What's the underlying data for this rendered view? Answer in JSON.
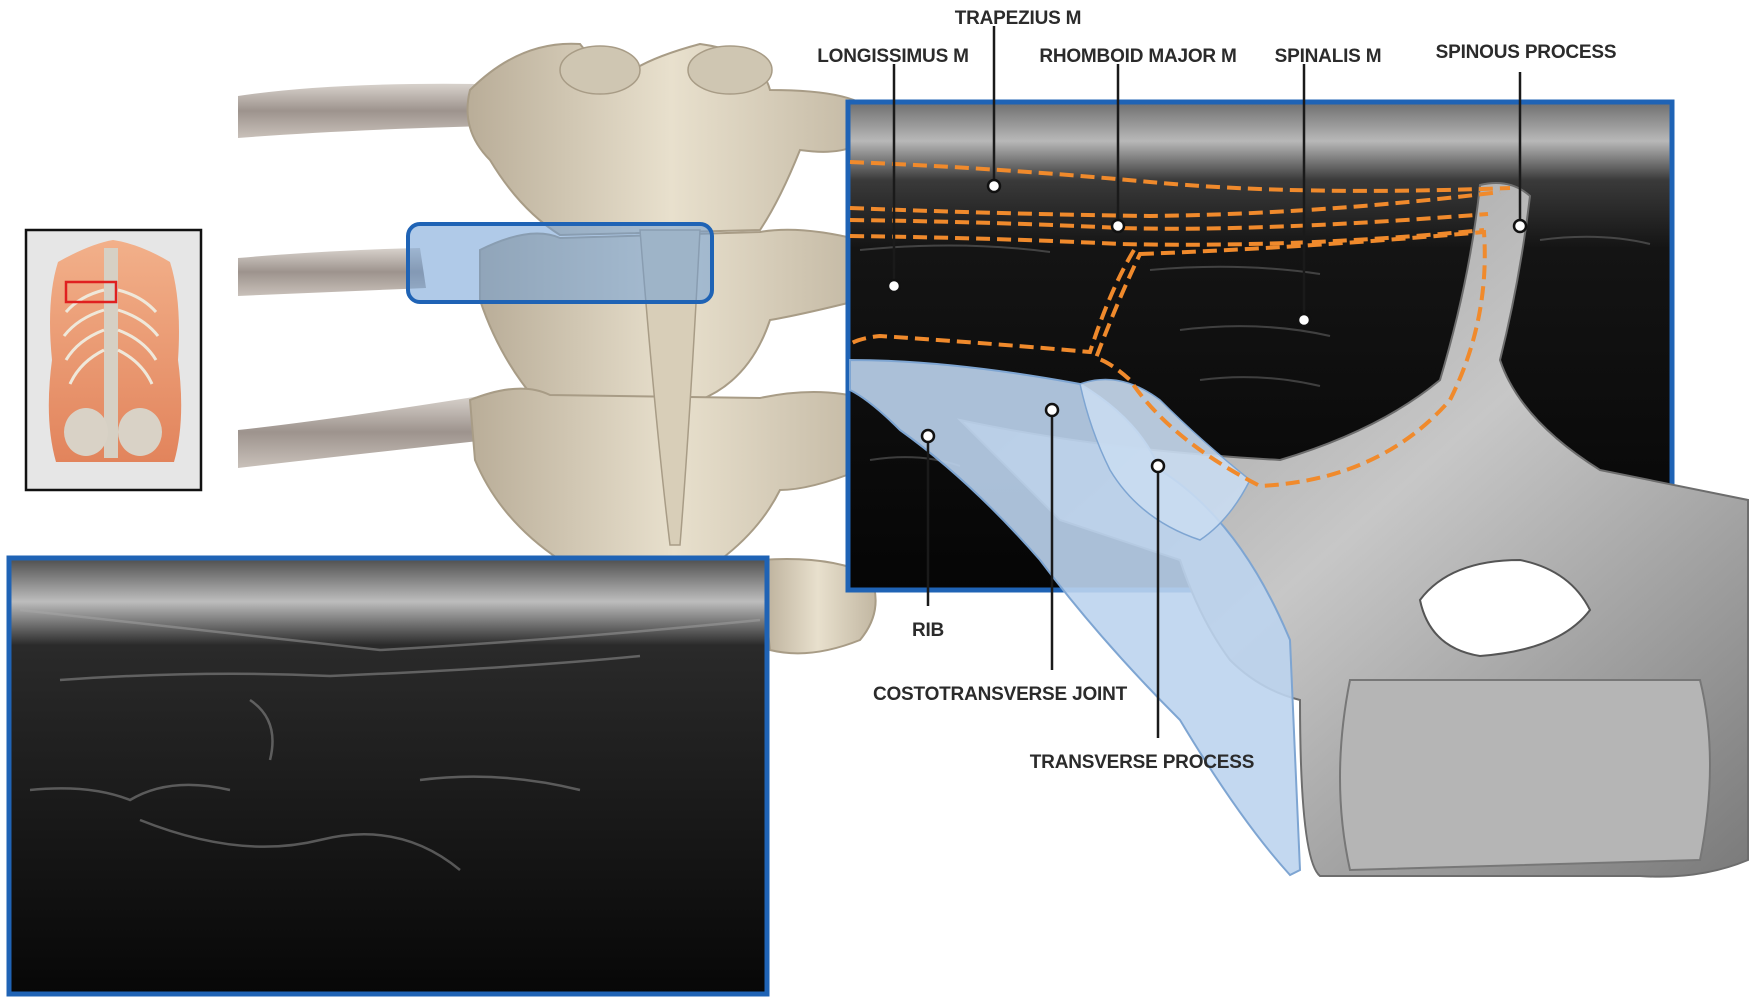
{
  "colors": {
    "frame_blue": "#1f63b5",
    "muscle_outline": "#f08a2c",
    "probe_highlight": "#6f9fd6",
    "bone": "#d9d0bc",
    "ultrasound_bg": "#0a0a0a"
  },
  "labels": {
    "trapezius": "TRAPEZIUS M",
    "longissimus": "LONGISSIMUS M",
    "rhomboid_major": "RHOMBOID MAJOR M",
    "spinalis": "SPINALIS M",
    "spinous_process": "SPINOUS PROCESS",
    "rib": "RIB",
    "costotransverse_joint": "COSTOTRANSVERSE JOINT",
    "transverse_process": "TRANSVERSE PROCESS"
  }
}
